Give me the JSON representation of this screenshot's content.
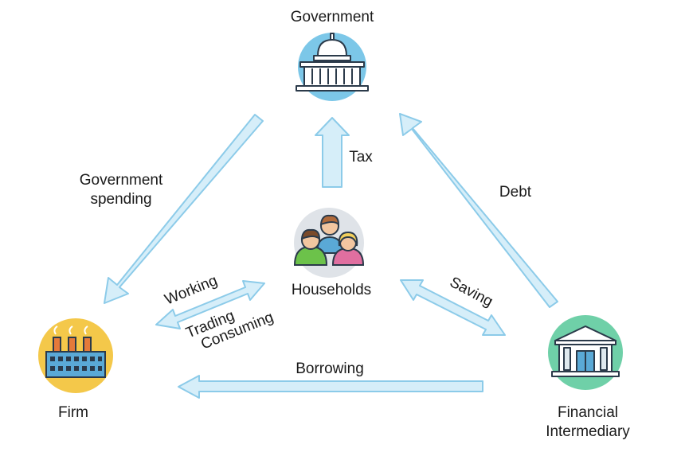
{
  "nodes": {
    "government": {
      "label": "Government",
      "icon": "capitol-building-icon",
      "color": "#7cc7e8"
    },
    "households": {
      "label": "Households",
      "icon": "family-icon",
      "color": "#dfe3e8"
    },
    "firm": {
      "label": "Firm",
      "icon": "factory-icon",
      "color": "#f4c84a"
    },
    "financial": {
      "label_line1": "Financial",
      "label_line2": "Intermediary",
      "icon": "bank-icon",
      "color": "#6fd0a8"
    }
  },
  "flows": {
    "government_spending": {
      "line1": "Government",
      "line2": "spending"
    },
    "tax": "Tax",
    "debt": "Debt",
    "working": "Working",
    "trading": "Trading",
    "consuming": "Consuming",
    "saving": "Saving",
    "borrowing": "Borrowing"
  },
  "colors": {
    "arrow_fill": "#d6eef9",
    "arrow_stroke": "#8ccbe9"
  }
}
